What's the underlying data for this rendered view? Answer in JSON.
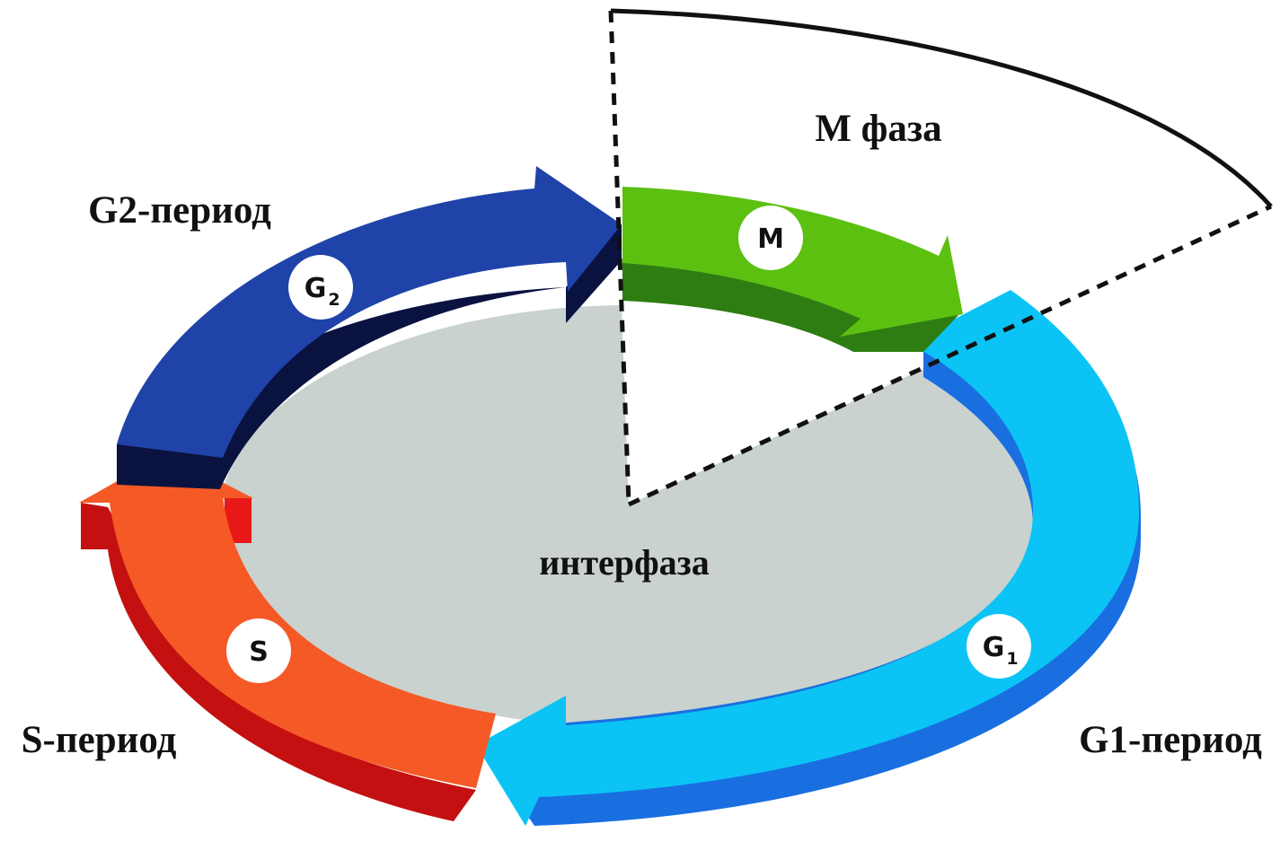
{
  "diagram": {
    "labels": {
      "m_phase": "М фаза",
      "g2_period": "G2-период",
      "s_period": "S-период",
      "g1_period": "G1-период",
      "interphase": "интерфаза"
    },
    "badges": {
      "m": {
        "main": "M",
        "sub": ""
      },
      "g2": {
        "main": "G",
        "sub": "2"
      },
      "s": {
        "main": "S",
        "sub": ""
      },
      "g1": {
        "main": "G",
        "sub": "1"
      }
    },
    "colors": {
      "m_top": "#5cc011",
      "m_side": "#2e7d12",
      "g1_top": "#0bc4f5",
      "g1_side": "#1a6fe0",
      "s_top": "#f55a26",
      "s_side": "#c41010",
      "g2_top": "#1f43a8",
      "g2_side": "#0a1240",
      "interior": "#c9d2cf",
      "wedge_fill": "#ffffff",
      "badge_fill": "#ffffff"
    }
  }
}
